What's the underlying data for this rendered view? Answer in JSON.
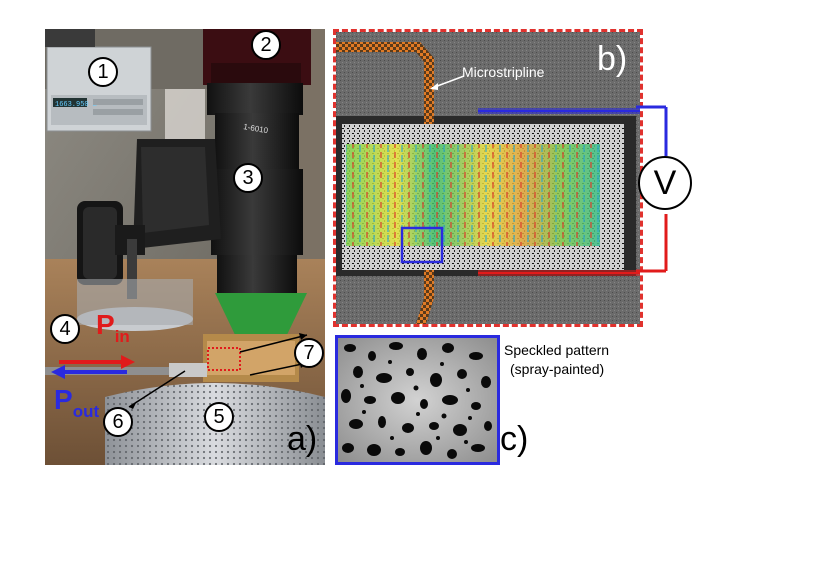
{
  "panel_a": {
    "label": "a)",
    "callouts": [
      "1",
      "2",
      "3",
      "4",
      "5",
      "6",
      "7"
    ],
    "p_in": {
      "main": "P",
      "sub": "in"
    },
    "p_out": {
      "main": "P",
      "sub": "out"
    },
    "lens_text": "1-6010",
    "meter_display": "1663.950 E"
  },
  "panel_b": {
    "label": "b)",
    "microstripline_label": "Microstripline",
    "voltmeter_symbol": "V"
  },
  "panel_c": {
    "label": "c)",
    "caption_line1": "Speckled pattern",
    "caption_line2": "(spray-painted)"
  },
  "colors": {
    "dashed_border": "#e0322e",
    "blue_lead": "#2a2adf",
    "red_lead": "#e11b1b",
    "microstrip": "#e07a25",
    "pin_text": "#e11b1b",
    "pout_text": "#2a2adf"
  }
}
